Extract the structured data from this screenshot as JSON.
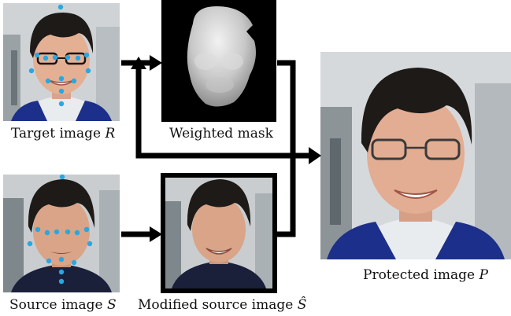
{
  "captions": {
    "target": {
      "text": "Target image ",
      "symbol": "R"
    },
    "mask": {
      "text": "Weighted mask"
    },
    "protected": {
      "text": "Protected image ",
      "symbol": "P"
    },
    "source": {
      "text": "Source image ",
      "symbol": "S"
    },
    "modified": {
      "text": "Modified source image ",
      "symbol": "Ŝ"
    }
  },
  "colors": {
    "landmark": "#2aa7e0",
    "arrow": "#000000"
  }
}
